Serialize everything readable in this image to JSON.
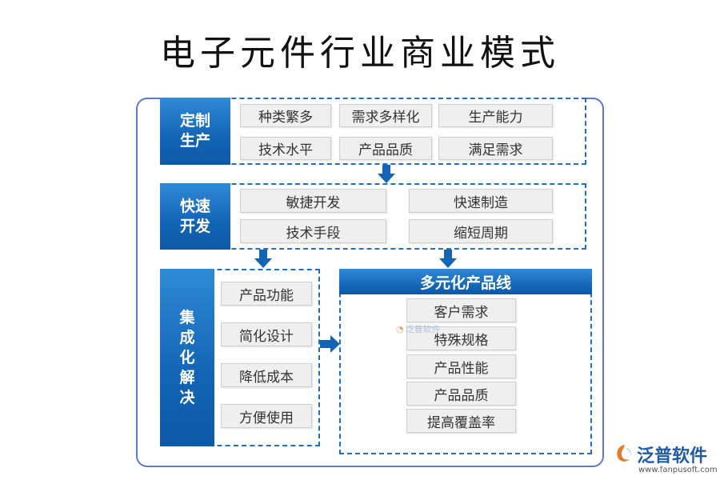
{
  "title": "电子元件行业商业模式",
  "sections": {
    "custom": {
      "label": "定制\n生产",
      "items": [
        "种类繁多",
        "需求多样化",
        "生产能力",
        "技术水平",
        "产品品质",
        "满足需求"
      ]
    },
    "fast": {
      "label": "快速\n开发",
      "items": [
        "敏捷开发",
        "快速制造",
        "技术手段",
        "缩短周期"
      ]
    },
    "integrated": {
      "label": "集\n成\n化\n解\n决",
      "items": [
        "产品功能",
        "简化设计",
        "降低成本",
        "方便使用"
      ]
    },
    "product_line": {
      "header": "多元化产品线",
      "items": [
        "客户需求",
        "特殊规格",
        "产品性能",
        "产品品质",
        "提高覆盖率"
      ]
    }
  },
  "watermark": {
    "text": "泛普软件"
  },
  "brand": {
    "name": "泛普软件",
    "url": "www.fanpusoft.com"
  },
  "colors": {
    "primary": "#1264b5",
    "frame": "#5c79c9",
    "box": "#efefef"
  }
}
